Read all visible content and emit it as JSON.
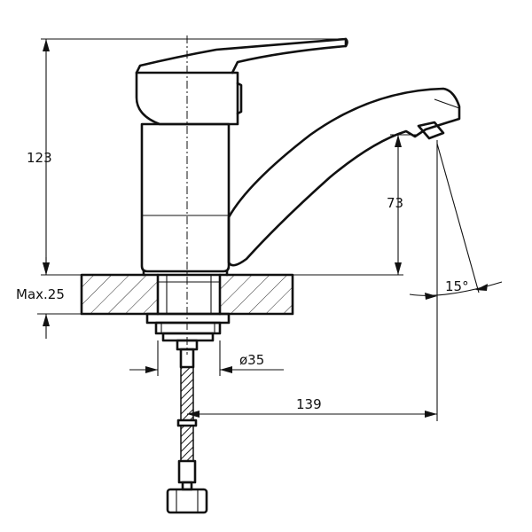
{
  "dimensions": {
    "overall_height": "123",
    "spout_height": "73",
    "max_deck_thickness": "Max.25",
    "mount_diameter": "ø35",
    "spout_reach": "139",
    "swivel_angle": "15°"
  }
}
